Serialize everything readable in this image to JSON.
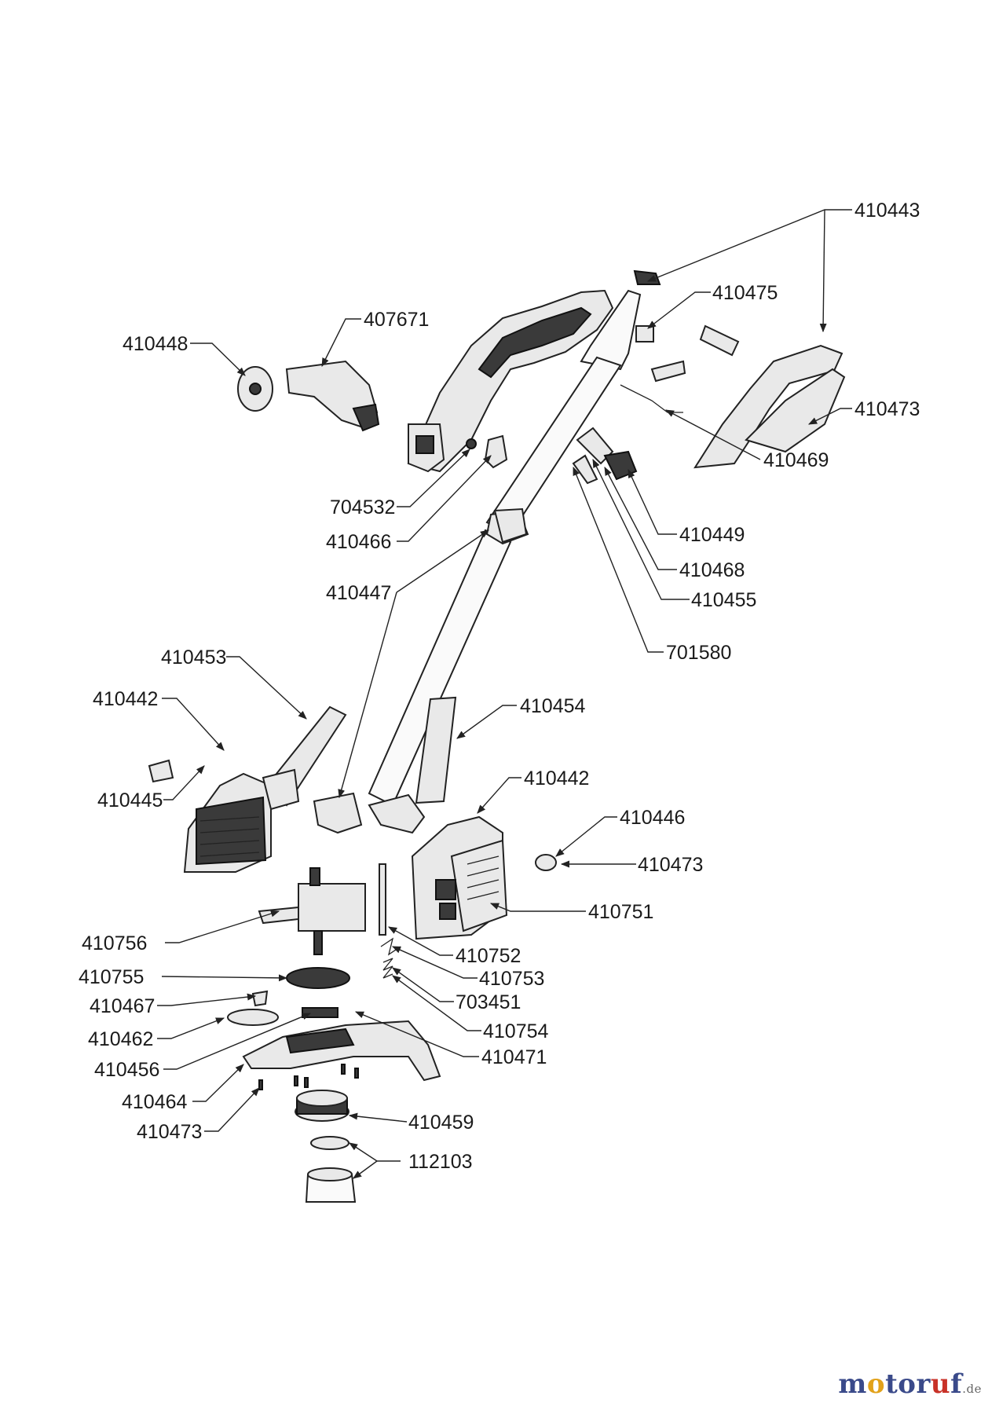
{
  "watermark": {
    "prefix": "m",
    "o1": "o",
    "mid": "tor",
    "o2": "u",
    "suffix": "f",
    "tld": ".de"
  },
  "labels": {
    "410443": "410443",
    "410475": "410475",
    "407671": "407671",
    "410448": "410448",
    "410473_a": "410473",
    "410469": "410469",
    "704532": "704532",
    "410466": "410466",
    "410449": "410449",
    "410468": "410468",
    "410455": "410455",
    "410447": "410447",
    "701580": "701580",
    "410453": "410453",
    "410442_a": "410442",
    "410454": "410454",
    "410442_b": "410442",
    "410445": "410445",
    "410446": "410446",
    "410473_b": "410473",
    "410751": "410751",
    "410756": "410756",
    "410752": "410752",
    "410753": "410753",
    "410755": "410755",
    "703451": "703451",
    "410467": "410467",
    "410754": "410754",
    "410462": "410462",
    "410471": "410471",
    "410456": "410456",
    "410464": "410464",
    "410459": "410459",
    "410473_c": "410473",
    "112103": "112103"
  }
}
